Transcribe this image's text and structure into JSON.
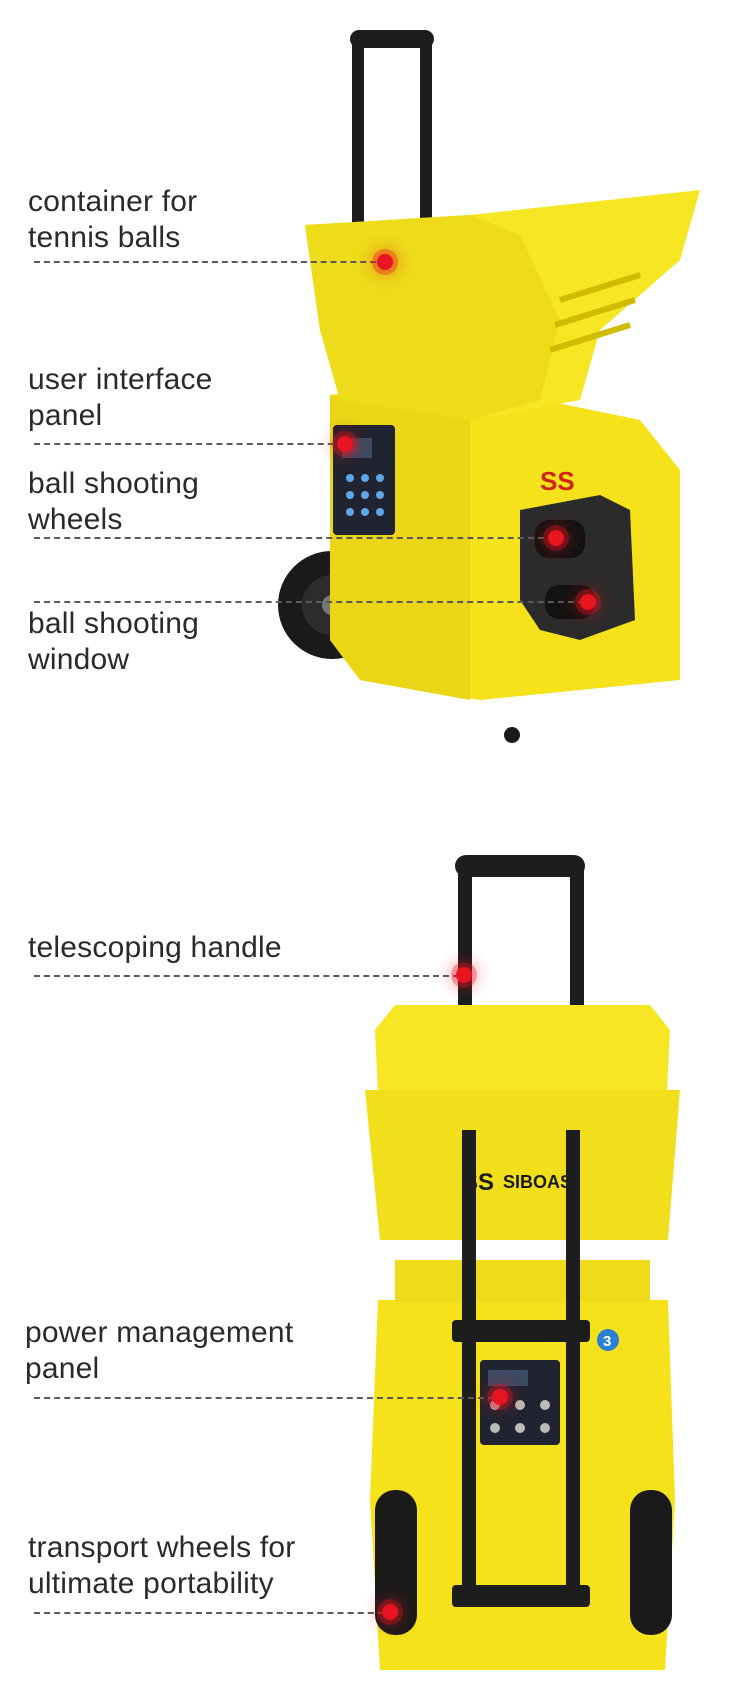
{
  "labels": {
    "container": [
      "container for",
      "tennis balls"
    ],
    "ui_panel": [
      "user interface",
      "panel"
    ],
    "shooting_wheels": [
      "ball shooting",
      "wheels"
    ],
    "shooting_window": [
      "ball shooting",
      "window"
    ],
    "handle": [
      "telescoping handle"
    ],
    "power_panel": [
      "power management",
      "panel"
    ],
    "transport_wheels": [
      "transport wheels for",
      "ultimate portability"
    ]
  },
  "brand": {
    "name": "SIBOASI",
    "badge": "3"
  },
  "colors": {
    "body": "#f5e21a",
    "body_shade": "#d9c400",
    "accent_dot": "#e8141f",
    "text": "#2a2a2a"
  }
}
